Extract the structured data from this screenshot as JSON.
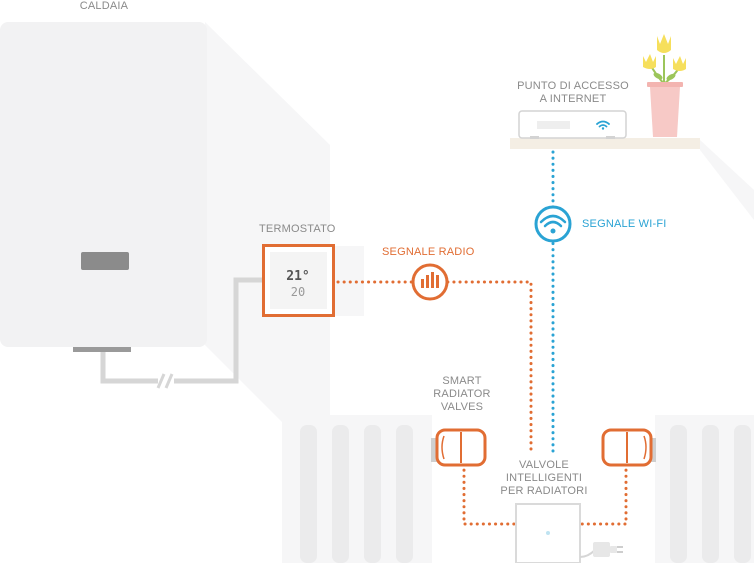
{
  "labels": {
    "boiler": "CALDAIA",
    "thermostat": "TERMOSTATO",
    "radio_signal": "SEGNALE RADIO",
    "access_point_line1": "PUNTO DI ACCESSO",
    "access_point_line2": "A INTERNET",
    "wifi_signal": "SEGNALE WI-FI",
    "srv_line1": "SMART",
    "srv_line2": "RADIATOR",
    "srv_line3": "VALVES",
    "vi_line1": "VALVOLE",
    "vi_line2": "INTELLIGENTI",
    "vi_line3": "PER RADIATORI"
  },
  "thermostat_display": {
    "line1": "21°",
    "line2": "20"
  },
  "colors": {
    "orange": "#e16d33",
    "blue": "#2aa3d4",
    "grey_text": "#8a8a8a",
    "boiler": "#f2f2f3",
    "shadow": "#f6f6f7",
    "flower_yellow": "#f6df5c",
    "pot_pink": "#f7c9c6",
    "leaf_green": "#9cc55a",
    "shelf": "#f4eee4"
  },
  "icons": [
    "radio-signal-icon",
    "wifi-icon",
    "plug-icon",
    "flower-icon"
  ]
}
